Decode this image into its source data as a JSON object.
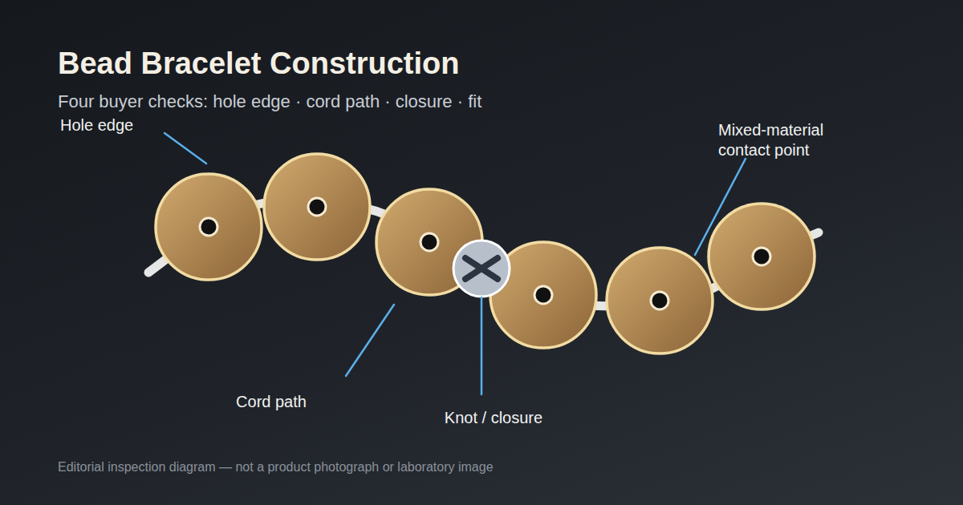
{
  "diagram": {
    "title": "Bead Bracelet Construction",
    "caption": "Editorial inspection diagram — not a product photograph or laboratory image",
    "labels": [
      "Four buyer checks: hole edge · cord path · closure · fit",
      "Hole edge",
      "Cord path",
      "Knot / closure",
      "Mixed-material contact point"
    ]
  }
}
